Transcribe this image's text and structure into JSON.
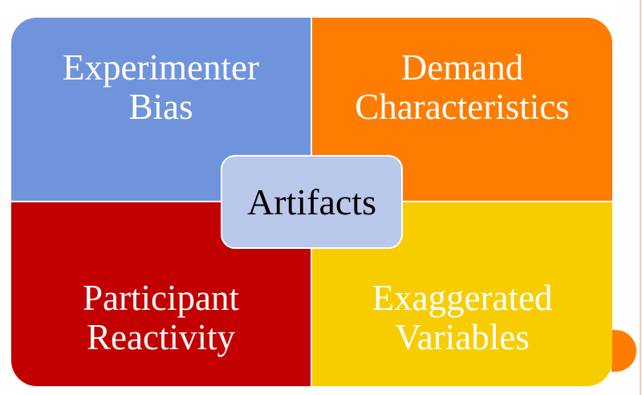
{
  "diagram": {
    "center_label": "Artifacts",
    "quadrants": [
      {
        "label": "Experimenter Bias",
        "lines": [
          "Experimenter",
          "Bias"
        ],
        "color": "#7094dc"
      },
      {
        "label": "Demand Characteristics",
        "lines": [
          "Demand",
          "Characteristics"
        ],
        "color": "#fe7c00"
      },
      {
        "label": "Participant Reactivity",
        "lines": [
          "Participant",
          "Reactivity"
        ],
        "color": "#c20000"
      },
      {
        "label": "Exaggerated Variables",
        "lines": [
          "Exaggerated",
          "Variables"
        ],
        "color": "#f7cd00"
      }
    ],
    "center_color": "#bac8eb"
  }
}
